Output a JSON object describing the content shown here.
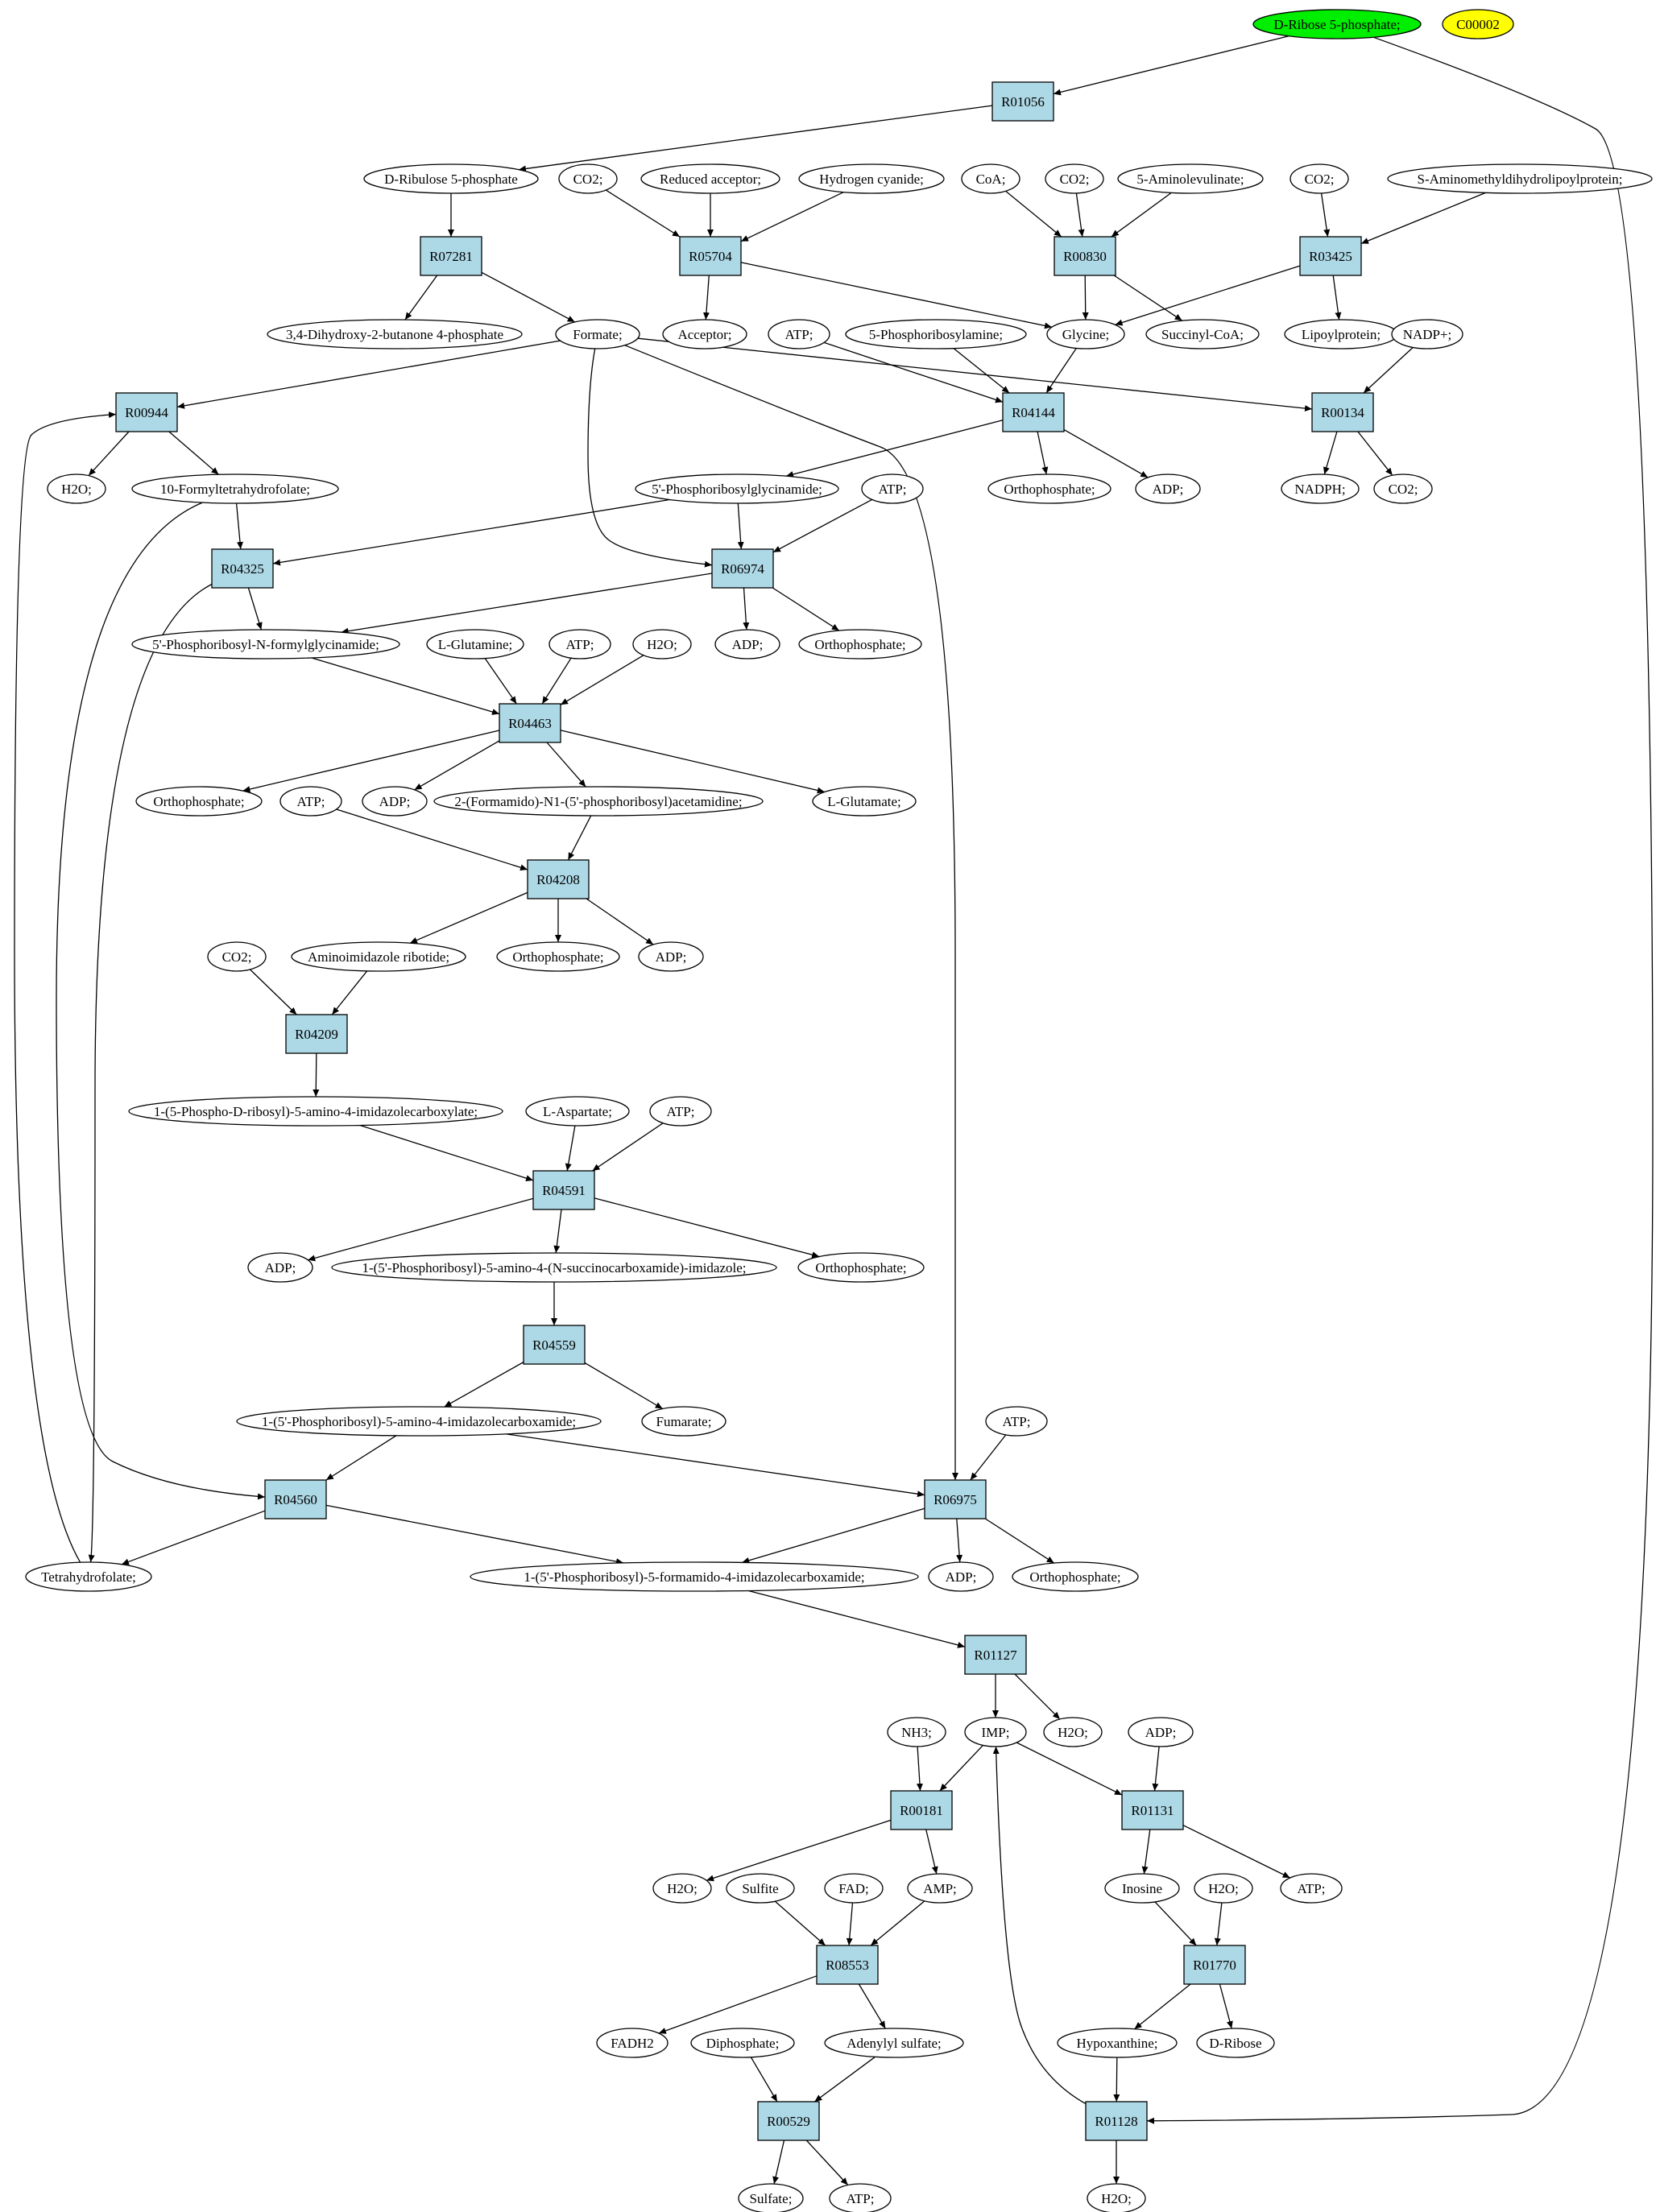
{
  "graph": {
    "title": "",
    "highlight_colors": {
      "start": "#00ee00",
      "extra": "#ffff00",
      "reaction": "#add8e6",
      "compound": "#ffffff"
    },
    "nodes": [
      {
        "id": "d_ribose_5p",
        "label": "D-Ribose 5-phosphate;",
        "kind": "compound",
        "style": "start"
      },
      {
        "id": "c00002",
        "label": "C00002",
        "kind": "compound",
        "style": "extra"
      },
      {
        "id": "R01056",
        "label": "R01056",
        "kind": "reaction"
      },
      {
        "id": "d_ribulose_5p",
        "label": "D-Ribulose 5-phosphate",
        "kind": "compound"
      },
      {
        "id": "co2_a",
        "label": "CO2;",
        "kind": "compound"
      },
      {
        "id": "reduced_acceptor",
        "label": "Reduced acceptor;",
        "kind": "compound"
      },
      {
        "id": "hydrogen_cyanide",
        "label": "Hydrogen cyanide;",
        "kind": "compound"
      },
      {
        "id": "coa",
        "label": "CoA;",
        "kind": "compound"
      },
      {
        "id": "co2_b",
        "label": "CO2;",
        "kind": "compound"
      },
      {
        "id": "aminolevulinate",
        "label": "5-Aminolevulinate;",
        "kind": "compound"
      },
      {
        "id": "co2_c",
        "label": "CO2;",
        "kind": "compound"
      },
      {
        "id": "s_amdhlp",
        "label": "S-Aminomethyldihydrolipoylprotein;",
        "kind": "compound"
      },
      {
        "id": "R07281",
        "label": "R07281",
        "kind": "reaction"
      },
      {
        "id": "R05704",
        "label": "R05704",
        "kind": "reaction"
      },
      {
        "id": "R00830",
        "label": "R00830",
        "kind": "reaction"
      },
      {
        "id": "R03425",
        "label": "R03425",
        "kind": "reaction"
      },
      {
        "id": "dhbp",
        "label": "3,4-Dihydroxy-2-butanone 4-phosphate",
        "kind": "compound"
      },
      {
        "id": "formate",
        "label": "Formate;",
        "kind": "compound"
      },
      {
        "id": "acceptor",
        "label": "Acceptor;",
        "kind": "compound"
      },
      {
        "id": "atp_a",
        "label": "ATP;",
        "kind": "compound"
      },
      {
        "id": "prpp_amine",
        "label": "5-Phosphoribosylamine;",
        "kind": "compound"
      },
      {
        "id": "glycine",
        "label": "Glycine;",
        "kind": "compound"
      },
      {
        "id": "succinyl_coa",
        "label": "Succinyl-CoA;",
        "kind": "compound"
      },
      {
        "id": "lipoylprotein",
        "label": "Lipoylprotein;",
        "kind": "compound"
      },
      {
        "id": "nadp",
        "label": "NADP+;",
        "kind": "compound"
      },
      {
        "id": "R00944",
        "label": "R00944",
        "kind": "reaction"
      },
      {
        "id": "R04144",
        "label": "R04144",
        "kind": "reaction"
      },
      {
        "id": "R00134",
        "label": "R00134",
        "kind": "reaction"
      },
      {
        "id": "h2o_a",
        "label": "H2O;",
        "kind": "compound"
      },
      {
        "id": "formyl_thf",
        "label": "10-Formyltetrahydrofolate;",
        "kind": "compound"
      },
      {
        "id": "gar",
        "label": "5'-Phosphoribosylglycinamide;",
        "kind": "compound"
      },
      {
        "id": "atp_b",
        "label": "ATP;",
        "kind": "compound"
      },
      {
        "id": "ortho_a",
        "label": "Orthophosphate;",
        "kind": "compound"
      },
      {
        "id": "adp_a",
        "label": "ADP;",
        "kind": "compound"
      },
      {
        "id": "nadph",
        "label": "NADPH;",
        "kind": "compound"
      },
      {
        "id": "co2_d",
        "label": "CO2;",
        "kind": "compound"
      },
      {
        "id": "R04325",
        "label": "R04325",
        "kind": "reaction"
      },
      {
        "id": "R06974",
        "label": "R06974",
        "kind": "reaction"
      },
      {
        "id": "fgar",
        "label": "5'-Phosphoribosyl-N-formylglycinamide;",
        "kind": "compound"
      },
      {
        "id": "l_glutamine",
        "label": "L-Glutamine;",
        "kind": "compound"
      },
      {
        "id": "atp_c",
        "label": "ATP;",
        "kind": "compound"
      },
      {
        "id": "h2o_b",
        "label": "H2O;",
        "kind": "compound"
      },
      {
        "id": "adp_b",
        "label": "ADP;",
        "kind": "compound"
      },
      {
        "id": "ortho_b",
        "label": "Orthophosphate;",
        "kind": "compound"
      },
      {
        "id": "R04463",
        "label": "R04463",
        "kind": "reaction"
      },
      {
        "id": "ortho_c",
        "label": "Orthophosphate;",
        "kind": "compound"
      },
      {
        "id": "adp_c",
        "label": "ADP;",
        "kind": "compound"
      },
      {
        "id": "fgam",
        "label": "2-(Formamido)-N1-(5'-phosphoribosyl)acetamidine;",
        "kind": "compound"
      },
      {
        "id": "l_glutamate",
        "label": "L-Glutamate;",
        "kind": "compound"
      },
      {
        "id": "atp_d",
        "label": "ATP;",
        "kind": "compound"
      },
      {
        "id": "R04208",
        "label": "R04208",
        "kind": "reaction"
      },
      {
        "id": "co2_e",
        "label": "CO2;",
        "kind": "compound"
      },
      {
        "id": "air",
        "label": "Aminoimidazole ribotide;",
        "kind": "compound"
      },
      {
        "id": "ortho_d",
        "label": "Orthophosphate;",
        "kind": "compound"
      },
      {
        "id": "adp_d",
        "label": "ADP;",
        "kind": "compound"
      },
      {
        "id": "R04209",
        "label": "R04209",
        "kind": "reaction"
      },
      {
        "id": "cair",
        "label": "1-(5-Phospho-D-ribosyl)-5-amino-4-imidazolecarboxylate;",
        "kind": "compound"
      },
      {
        "id": "l_aspartate",
        "label": "L-Aspartate;",
        "kind": "compound"
      },
      {
        "id": "atp_e",
        "label": "ATP;",
        "kind": "compound"
      },
      {
        "id": "R04591",
        "label": "R04591",
        "kind": "reaction"
      },
      {
        "id": "adp_e",
        "label": "ADP;",
        "kind": "compound"
      },
      {
        "id": "saicar",
        "label": "1-(5'-Phosphoribosyl)-5-amino-4-(N-succinocarboxamide)-imidazole;",
        "kind": "compound"
      },
      {
        "id": "ortho_e",
        "label": "Orthophosphate;",
        "kind": "compound"
      },
      {
        "id": "R04559",
        "label": "R04559",
        "kind": "reaction"
      },
      {
        "id": "aicar",
        "label": "1-(5'-Phosphoribosyl)-5-amino-4-imidazolecarboxamide;",
        "kind": "compound"
      },
      {
        "id": "fumarate",
        "label": "Fumarate;",
        "kind": "compound"
      },
      {
        "id": "atp_f",
        "label": "ATP;",
        "kind": "compound"
      },
      {
        "id": "R04560",
        "label": "R04560",
        "kind": "reaction"
      },
      {
        "id": "R06975",
        "label": "R06975",
        "kind": "reaction"
      },
      {
        "id": "thf",
        "label": "Tetrahydrofolate;",
        "kind": "compound"
      },
      {
        "id": "faicar",
        "label": "1-(5'-Phosphoribosyl)-5-formamido-4-imidazolecarboxamide;",
        "kind": "compound"
      },
      {
        "id": "adp_f",
        "label": "ADP;",
        "kind": "compound"
      },
      {
        "id": "ortho_f",
        "label": "Orthophosphate;",
        "kind": "compound"
      },
      {
        "id": "R01127",
        "label": "R01127",
        "kind": "reaction"
      },
      {
        "id": "nh3",
        "label": "NH3;",
        "kind": "compound"
      },
      {
        "id": "imp",
        "label": "IMP;",
        "kind": "compound"
      },
      {
        "id": "h2o_c",
        "label": "H2O;",
        "kind": "compound"
      },
      {
        "id": "adp_g",
        "label": "ADP;",
        "kind": "compound"
      },
      {
        "id": "R00181",
        "label": "R00181",
        "kind": "reaction"
      },
      {
        "id": "R01131",
        "label": "R01131",
        "kind": "reaction"
      },
      {
        "id": "h2o_d",
        "label": "H2O;",
        "kind": "compound"
      },
      {
        "id": "sulfite",
        "label": "Sulfite",
        "kind": "compound"
      },
      {
        "id": "fad",
        "label": "FAD;",
        "kind": "compound"
      },
      {
        "id": "amp",
        "label": "AMP;",
        "kind": "compound"
      },
      {
        "id": "inosine",
        "label": "Inosine",
        "kind": "compound"
      },
      {
        "id": "h2o_e",
        "label": "H2O;",
        "kind": "compound"
      },
      {
        "id": "atp_g",
        "label": "ATP;",
        "kind": "compound"
      },
      {
        "id": "R08553",
        "label": "R08553",
        "kind": "reaction"
      },
      {
        "id": "R01770",
        "label": "R01770",
        "kind": "reaction"
      },
      {
        "id": "fadh2",
        "label": "FADH2",
        "kind": "compound"
      },
      {
        "id": "diphosphate",
        "label": "Diphosphate;",
        "kind": "compound"
      },
      {
        "id": "adenylyl_sulfate",
        "label": "Adenylyl sulfate;",
        "kind": "compound"
      },
      {
        "id": "hypoxanthine",
        "label": "Hypoxanthine;",
        "kind": "compound"
      },
      {
        "id": "d_ribose",
        "label": "D-Ribose",
        "kind": "compound"
      },
      {
        "id": "R00529",
        "label": "R00529",
        "kind": "reaction"
      },
      {
        "id": "R01128",
        "label": "R01128",
        "kind": "reaction"
      },
      {
        "id": "sulfate",
        "label": "Sulfate;",
        "kind": "compound"
      },
      {
        "id": "atp_h",
        "label": "ATP;",
        "kind": "compound"
      },
      {
        "id": "h2o_f",
        "label": "H2O;",
        "kind": "compound"
      }
    ],
    "edges": [
      [
        "d_ribose_5p",
        "R01056"
      ],
      [
        "R01056",
        "d_ribulose_5p"
      ],
      [
        "d_ribulose_5p",
        "R07281"
      ],
      [
        "R07281",
        "dhbp"
      ],
      [
        "R07281",
        "formate"
      ],
      [
        "co2_a",
        "R05704"
      ],
      [
        "reduced_acceptor",
        "R05704"
      ],
      [
        "hydrogen_cyanide",
        "R05704"
      ],
      [
        "R05704",
        "acceptor"
      ],
      [
        "R05704",
        "glycine"
      ],
      [
        "coa",
        "R00830"
      ],
      [
        "co2_b",
        "R00830"
      ],
      [
        "aminolevulinate",
        "R00830"
      ],
      [
        "R00830",
        "glycine"
      ],
      [
        "R00830",
        "succinyl_coa"
      ],
      [
        "co2_c",
        "R03425"
      ],
      [
        "s_amdhlp",
        "R03425"
      ],
      [
        "R03425",
        "glycine"
      ],
      [
        "R03425",
        "lipoylprotein"
      ],
      [
        "formate",
        "R00944"
      ],
      [
        "formate",
        "R06974"
      ],
      [
        "formate",
        "R06975"
      ],
      [
        "formate",
        "R00134"
      ],
      [
        "atp_a",
        "R04144"
      ],
      [
        "prpp_amine",
        "R04144"
      ],
      [
        "glycine",
        "R04144"
      ],
      [
        "R04144",
        "gar"
      ],
      [
        "R04144",
        "ortho_a"
      ],
      [
        "R04144",
        "adp_a"
      ],
      [
        "nadp",
        "R00134"
      ],
      [
        "R00134",
        "nadph"
      ],
      [
        "R00134",
        "co2_d"
      ],
      [
        "R00944",
        "h2o_a"
      ],
      [
        "R00944",
        "formyl_thf"
      ],
      [
        "formyl_thf",
        "R04325"
      ],
      [
        "formyl_thf",
        "R04560"
      ],
      [
        "gar",
        "R04325"
      ],
      [
        "R04325",
        "fgar"
      ],
      [
        "R04325",
        "thf"
      ],
      [
        "gar",
        "R06974"
      ],
      [
        "atp_b",
        "R06974"
      ],
      [
        "R06974",
        "fgar"
      ],
      [
        "R06974",
        "adp_b"
      ],
      [
        "R06974",
        "ortho_b"
      ],
      [
        "fgar",
        "R04463"
      ],
      [
        "l_glutamine",
        "R04463"
      ],
      [
        "atp_c",
        "R04463"
      ],
      [
        "h2o_b",
        "R04463"
      ],
      [
        "R04463",
        "ortho_c"
      ],
      [
        "R04463",
        "adp_c"
      ],
      [
        "R04463",
        "fgam"
      ],
      [
        "R04463",
        "l_glutamate"
      ],
      [
        "atp_d",
        "R04208"
      ],
      [
        "fgam",
        "R04208"
      ],
      [
        "R04208",
        "air"
      ],
      [
        "R04208",
        "ortho_d"
      ],
      [
        "R04208",
        "adp_d"
      ],
      [
        "co2_e",
        "R04209"
      ],
      [
        "air",
        "R04209"
      ],
      [
        "R04209",
        "cair"
      ],
      [
        "cair",
        "R04591"
      ],
      [
        "l_aspartate",
        "R04591"
      ],
      [
        "atp_e",
        "R04591"
      ],
      [
        "R04591",
        "adp_e"
      ],
      [
        "R04591",
        "saicar"
      ],
      [
        "R04591",
        "ortho_e"
      ],
      [
        "saicar",
        "R04559"
      ],
      [
        "R04559",
        "aicar"
      ],
      [
        "R04559",
        "fumarate"
      ],
      [
        "aicar",
        "R04560"
      ],
      [
        "aicar",
        "R06975"
      ],
      [
        "atp_f",
        "R06975"
      ],
      [
        "R04560",
        "thf"
      ],
      [
        "R04560",
        "faicar"
      ],
      [
        "thf",
        "R00944"
      ],
      [
        "R06975",
        "faicar"
      ],
      [
        "R06975",
        "adp_f"
      ],
      [
        "R06975",
        "ortho_f"
      ],
      [
        "faicar",
        "R01127"
      ],
      [
        "R01127",
        "imp"
      ],
      [
        "R01127",
        "h2o_c"
      ],
      [
        "nh3",
        "R00181"
      ],
      [
        "imp",
        "R00181"
      ],
      [
        "imp",
        "R01131"
      ],
      [
        "adp_g",
        "R01131"
      ],
      [
        "R00181",
        "h2o_d"
      ],
      [
        "R00181",
        "amp"
      ],
      [
        "R01131",
        "inosine"
      ],
      [
        "R01131",
        "atp_g"
      ],
      [
        "sulfite",
        "R08553"
      ],
      [
        "fad",
        "R08553"
      ],
      [
        "amp",
        "R08553"
      ],
      [
        "R08553",
        "fadh2"
      ],
      [
        "R08553",
        "adenylyl_sulfate"
      ],
      [
        "inosine",
        "R01770"
      ],
      [
        "h2o_e",
        "R01770"
      ],
      [
        "R01770",
        "hypoxanthine"
      ],
      [
        "R01770",
        "d_ribose"
      ],
      [
        "diphosphate",
        "R00529"
      ],
      [
        "adenylyl_sulfate",
        "R00529"
      ],
      [
        "R00529",
        "sulfate"
      ],
      [
        "R00529",
        "atp_h"
      ],
      [
        "hypoxanthine",
        "R01128"
      ],
      [
        "d_ribose_5p",
        "R01128"
      ],
      [
        "R01128",
        "imp"
      ],
      [
        "R01128",
        "h2o_f"
      ]
    ]
  }
}
